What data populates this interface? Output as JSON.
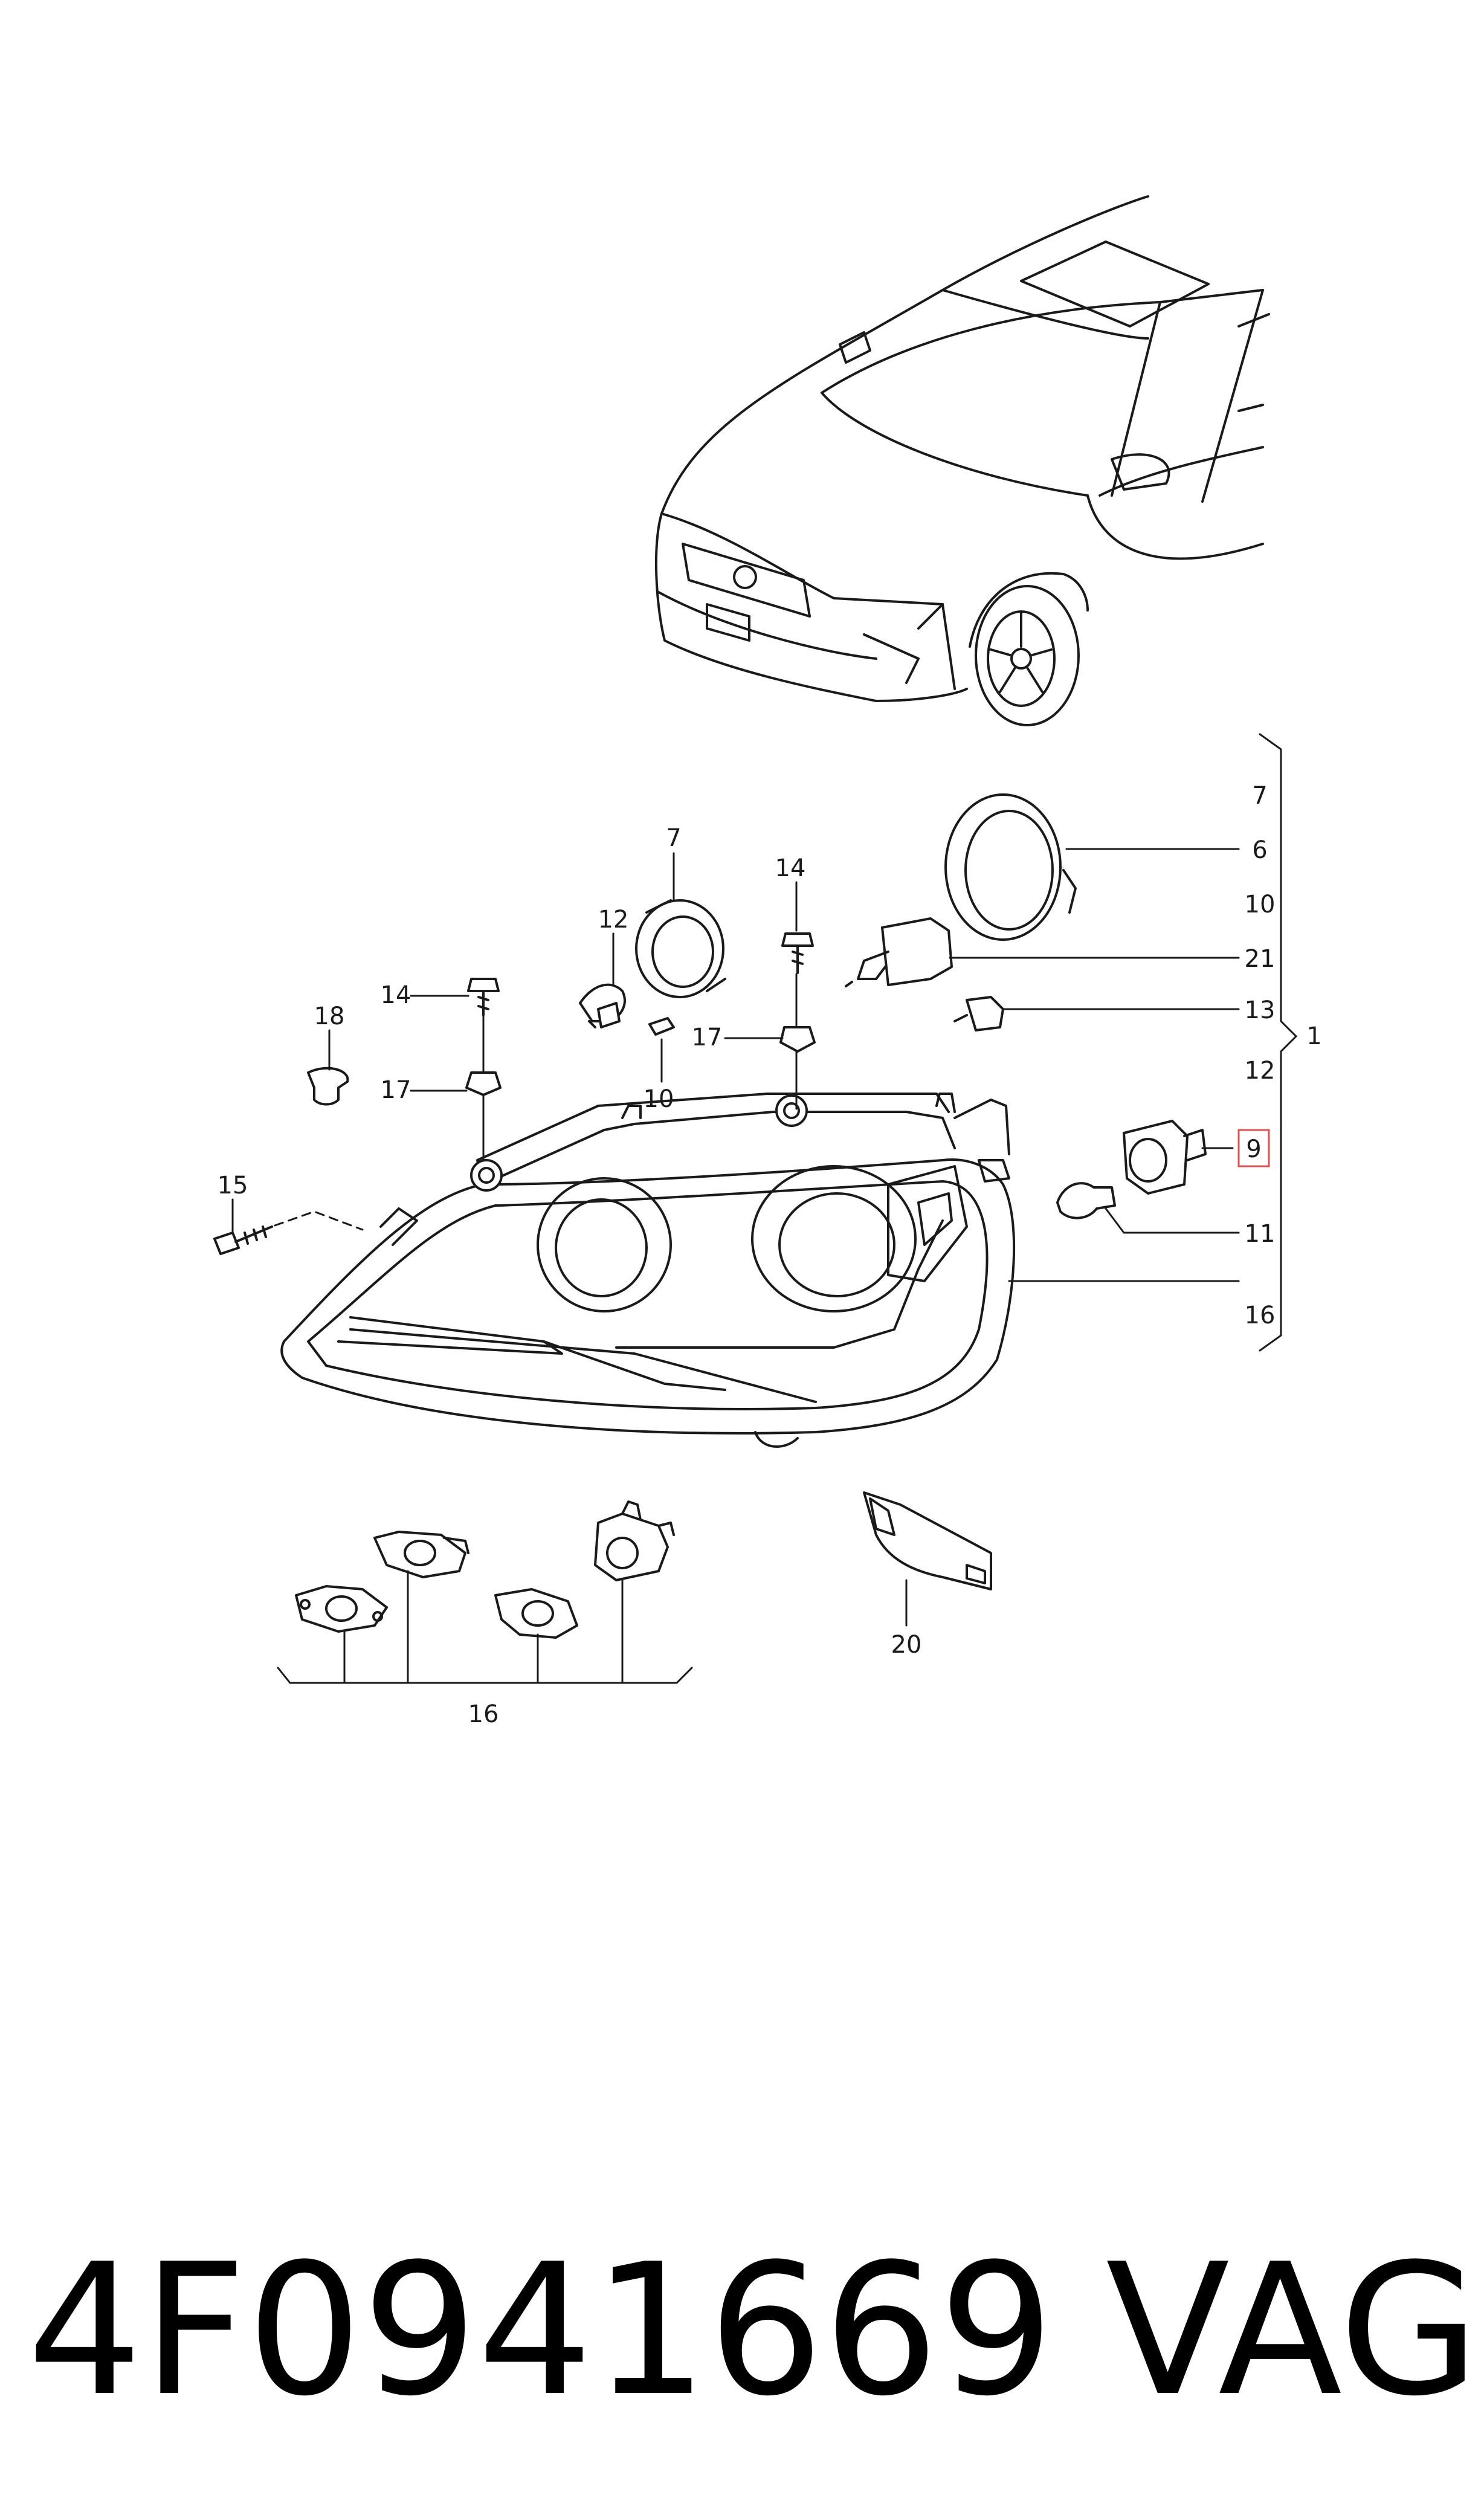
{
  "diagram": {
    "callouts": {
      "c7_top": "7",
      "c12_left": "12",
      "c14_mid": "14",
      "c14_left": "14",
      "c17_mid": "17",
      "c17_left": "17",
      "c18": "18",
      "c10_mid": "10",
      "c15": "15",
      "c20": "20",
      "c16_bottom": "16"
    },
    "right_list": {
      "items": [
        "7",
        "6",
        "10",
        "21",
        "13",
        "12",
        "9",
        "11",
        "16"
      ],
      "group_label": "1",
      "highlighted_item": "9",
      "highlight_color": "#e05050"
    }
  },
  "footer": {
    "part_number": "4F0941669",
    "brand": "VAG"
  }
}
